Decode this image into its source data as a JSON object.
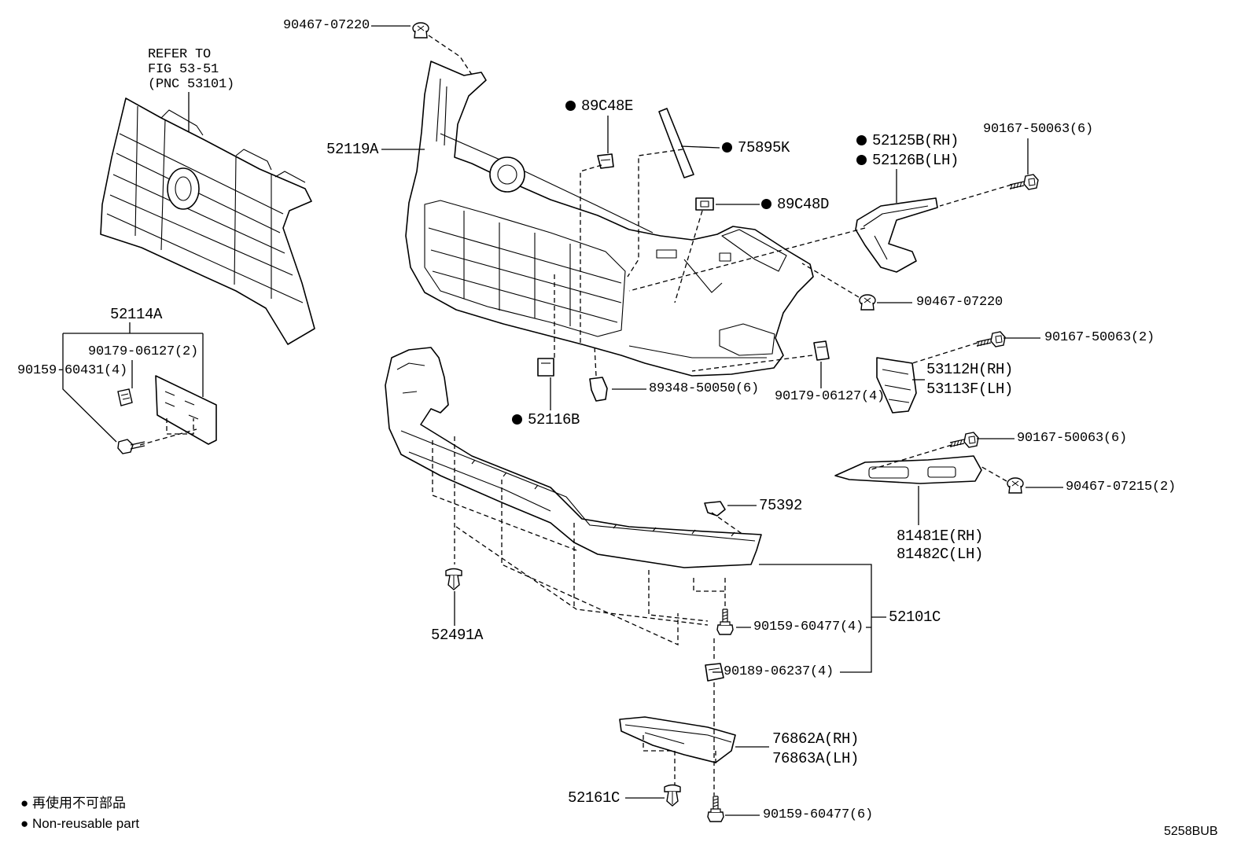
{
  "reference_note": {
    "line1": "REFER TO",
    "line2": "FIG 53-51",
    "line3": "(PNC 53101)"
  },
  "callouts": {
    "clip_top": {
      "text": "90467-07220",
      "non_reusable": false
    },
    "c52119A": {
      "text": "52119A",
      "non_reusable": false
    },
    "c89C48E": {
      "text": "89C48E",
      "non_reusable": true
    },
    "c75895K": {
      "text": "75895K",
      "non_reusable": true
    },
    "c52125B": {
      "text": "52125B(RH)",
      "non_reusable": true
    },
    "c52126B": {
      "text": "52126B(LH)",
      "non_reusable": true
    },
    "bolt_upper_right": {
      "text": "90167-50063(6)",
      "non_reusable": false
    },
    "c89C48D": {
      "text": "89C48D",
      "non_reusable": true
    },
    "clip_right": {
      "text": "90467-07220",
      "non_reusable": false
    },
    "c52114A": {
      "text": "52114A",
      "non_reusable": false
    },
    "clip_plate": {
      "text": "90179-06127(2)",
      "non_reusable": false
    },
    "bolt_plate": {
      "text": "90159-60431(4)",
      "non_reusable": false
    },
    "bolt_side": {
      "text": "90167-50063(2)",
      "non_reusable": false
    },
    "c53112H": {
      "text": "53112H(RH)",
      "non_reusable": false
    },
    "c53113F": {
      "text": "53113F(LH)",
      "non_reusable": false
    },
    "c89348": {
      "text": "89348-50050(6)",
      "non_reusable": false
    },
    "clip_side": {
      "text": "90179-06127(4)",
      "non_reusable": false
    },
    "c52116B": {
      "text": "52116B",
      "non_reusable": true
    },
    "bolt_fog": {
      "text": "90167-50063(6)",
      "non_reusable": false
    },
    "clip_fog": {
      "text": "90467-07215(2)",
      "non_reusable": false
    },
    "c75392": {
      "text": "75392",
      "non_reusable": false
    },
    "c81481E": {
      "text": "81481E(RH)",
      "non_reusable": false
    },
    "c81482C": {
      "text": "81482C(LH)",
      "non_reusable": false
    },
    "c52101C": {
      "text": "52101C",
      "non_reusable": false
    },
    "screw_lower": {
      "text": "90159-60477(4)",
      "non_reusable": false
    },
    "c52491A": {
      "text": "52491A",
      "non_reusable": false
    },
    "clip_lower": {
      "text": "90189-06237(4)",
      "non_reusable": false
    },
    "c76862A": {
      "text": "76862A(RH)",
      "non_reusable": false
    },
    "c76863A": {
      "text": "76863A(LH)",
      "non_reusable": false
    },
    "c52161C": {
      "text": "52161C",
      "non_reusable": false
    },
    "screw_bottom": {
      "text": "90159-60477(6)",
      "non_reusable": false
    }
  },
  "legend": {
    "marker": "●",
    "items": [
      "再使用不可部品",
      "Non-reusable part"
    ]
  },
  "figure_code": "5258BUB"
}
